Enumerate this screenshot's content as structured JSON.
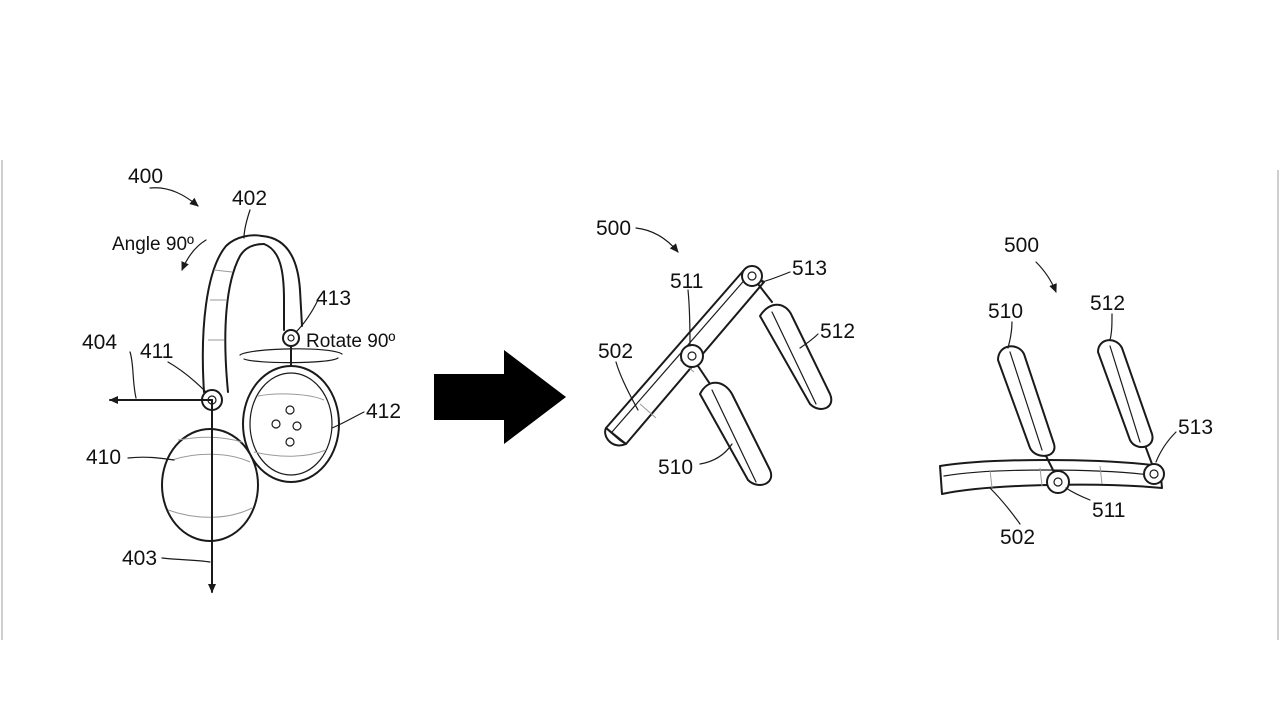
{
  "figure_left": {
    "labels": {
      "device": "400",
      "headband": "402",
      "vertical_axis": "403",
      "horizontal_axis": "404",
      "left_cup": "410",
      "left_hinge": "411",
      "right_cup": "412",
      "right_hinge": "413"
    },
    "annotations": {
      "angle": "Angle 90º",
      "rotate": "Rotate 90º"
    }
  },
  "figure_middle": {
    "labels": {
      "device": "500",
      "band": "502",
      "cup_a": "510",
      "hinge_a": "511",
      "cup_b": "512",
      "hinge_b": "513"
    }
  },
  "figure_right": {
    "labels": {
      "device": "500",
      "band": "502",
      "cup_a": "510",
      "hinge_a": "511",
      "cup_b": "512",
      "hinge_b": "513"
    }
  }
}
